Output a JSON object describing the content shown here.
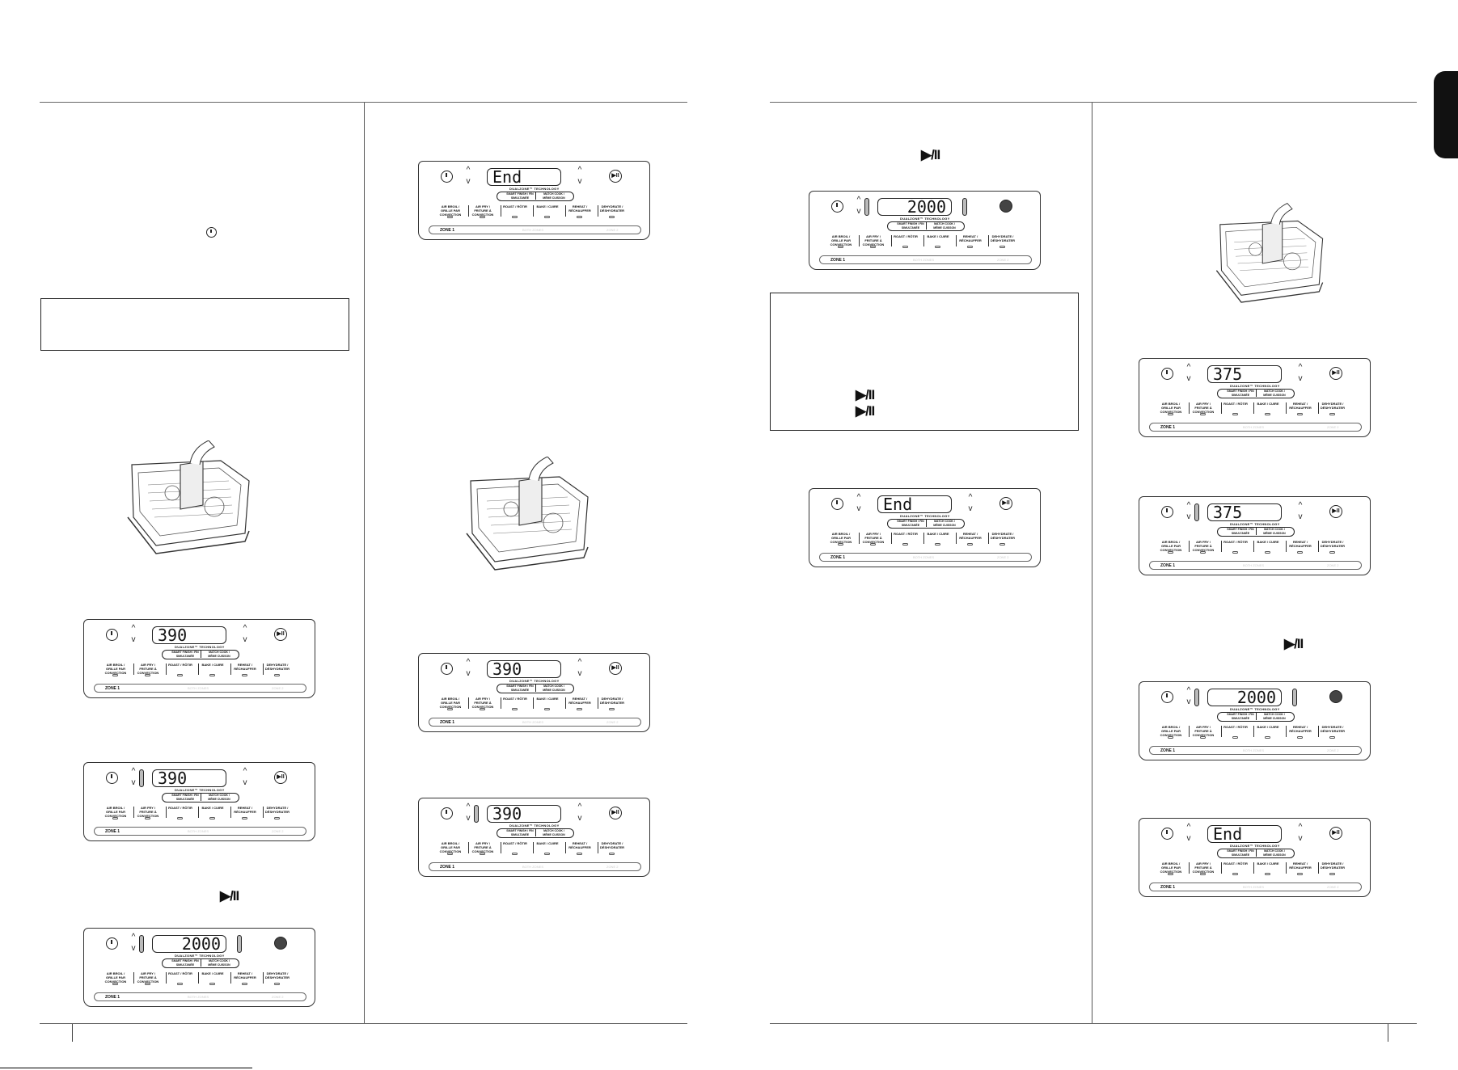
{
  "panel_text": {
    "tech": "DUALZONE™ TECHNOLOGY",
    "smart_finish": "SMART FINISH / FIN SIMULTANÉE",
    "match_cook": "MATCH COOK / MÊME CUISSON",
    "modes": [
      "AIR BROIL / GRILLE PAR CONVECTION",
      "AIR FRY / FRITURE À CONVECTION",
      "ROAST / RÔTIR",
      "BAKE / CUIRE",
      "REHEAT / RÉCHAUFFER",
      "DEHYDRATE / DÉSHYDRATER"
    ],
    "zone1": "ZONE 1",
    "both": "BOTH ZONES",
    "zone2": "ZONE 2"
  },
  "panels": [
    {
      "id": "p1",
      "display": "390",
      "bar": false,
      "play_active": false
    },
    {
      "id": "p2",
      "display": "390",
      "bar": true,
      "play_active": false
    },
    {
      "id": "p3",
      "display": "2000",
      "bar": true,
      "play_active": true
    },
    {
      "id": "p4",
      "display": "End",
      "bar": false,
      "play_active": false
    },
    {
      "id": "p5",
      "display": "390",
      "bar": false,
      "play_active": false
    },
    {
      "id": "p6",
      "display": "390",
      "bar": true,
      "play_active": false
    },
    {
      "id": "p7",
      "display": "2000",
      "bar": true,
      "play_active": true
    },
    {
      "id": "p8",
      "display": "End",
      "bar": false,
      "play_active": false
    },
    {
      "id": "p9",
      "display": "375",
      "bar": false,
      "play_active": false
    },
    {
      "id": "p10",
      "display": "375",
      "bar": true,
      "play_active": false
    },
    {
      "id": "p11",
      "display": "2000",
      "bar": true,
      "play_active": true
    },
    {
      "id": "p12",
      "display": "End",
      "bar": false,
      "play_active": false
    }
  ],
  "icons": {
    "power": "power-icon",
    "play_pause": "▶/II"
  },
  "colors": {
    "ink": "#111111",
    "rule": "#666666",
    "active_button": "#444444"
  }
}
